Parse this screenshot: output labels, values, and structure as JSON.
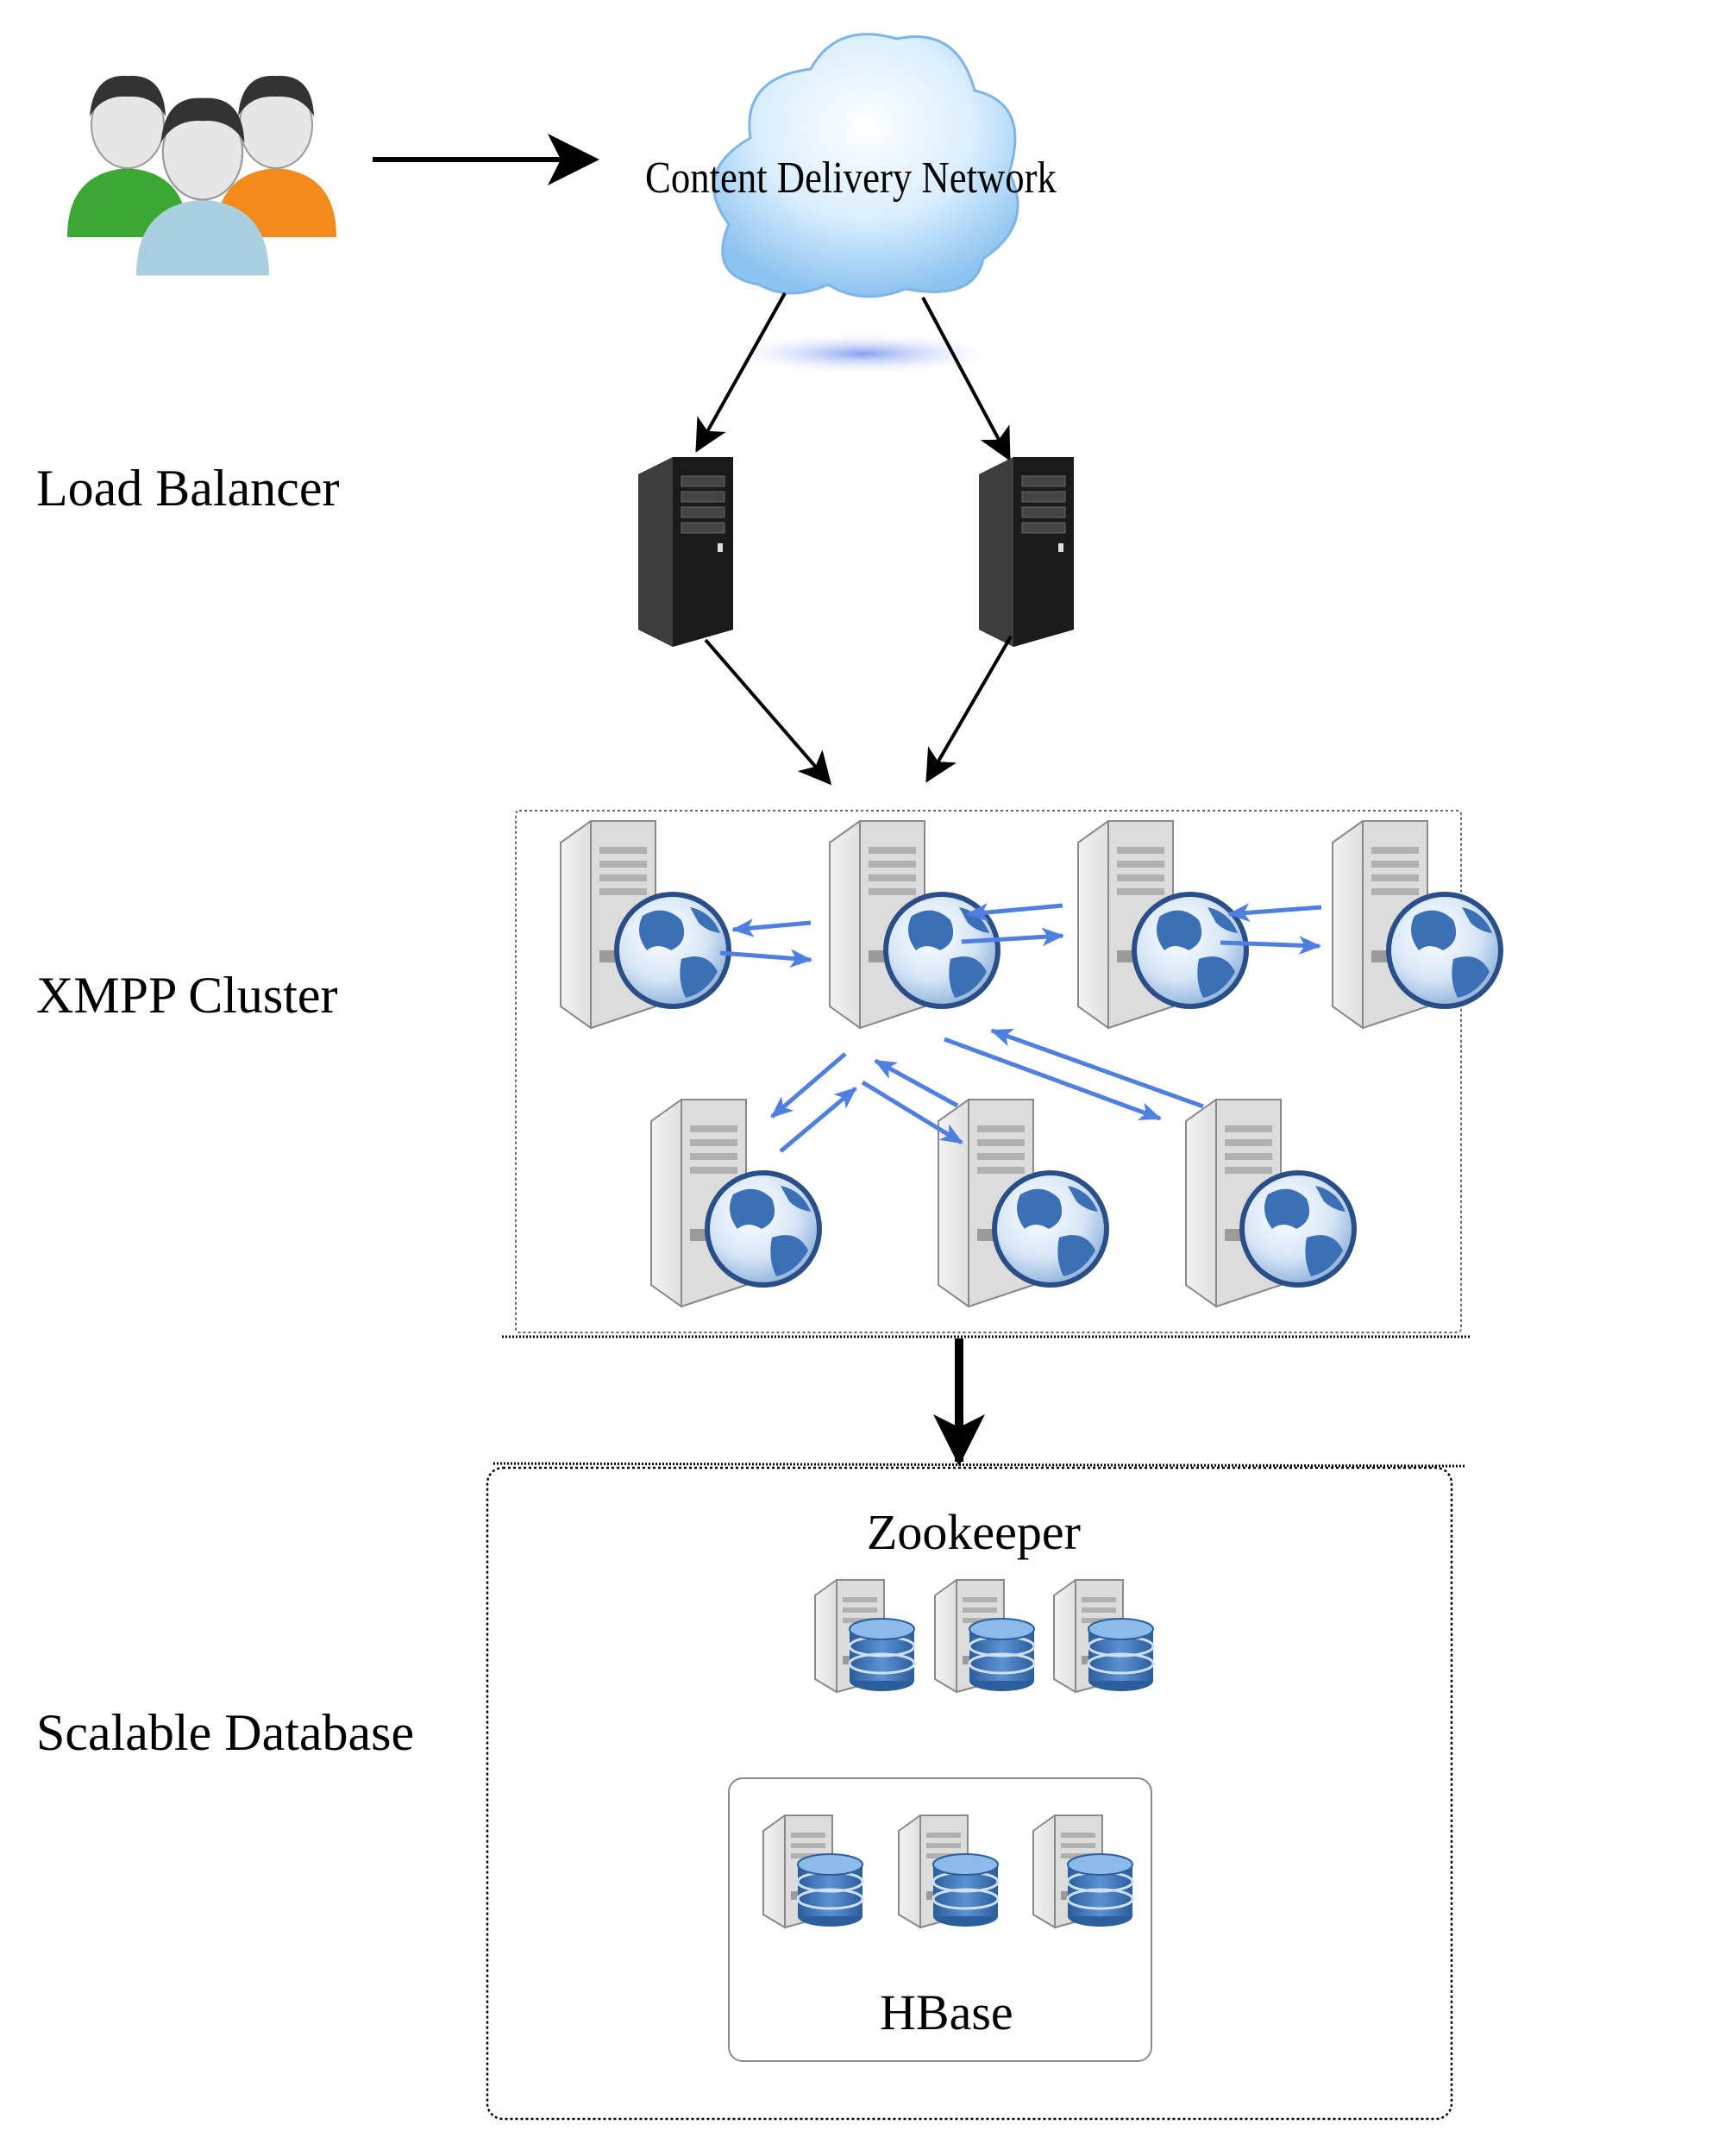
{
  "labels": {
    "cdn": "Content Delivery Network",
    "load_balancer": "Load Balancer",
    "xmpp_cluster": "XMPP Cluster",
    "scalable_database": "Scalable Database",
    "zookeeper": "Zookeeper",
    "hbase": "HBase"
  },
  "nodes": {
    "users": {
      "icon": "users-group-icon",
      "count": 3
    },
    "cdn": {
      "icon": "cloud-icon"
    },
    "load_balancers": {
      "icon": "tower-server-icon",
      "count": 2
    },
    "xmpp_servers": {
      "icon": "web-server-icon",
      "count": 7
    },
    "zookeeper_servers": {
      "icon": "database-server-icon",
      "count": 3
    },
    "hbase_servers": {
      "icon": "database-server-icon",
      "count": 3
    }
  },
  "colors": {
    "arrow": "#000000",
    "cluster_link": "#4f7fe0",
    "cloud": "#bfe0fb",
    "tower_server": "#1c1c1c",
    "web_server": "#cfcfcf",
    "globe": "#3b6fb6",
    "database": "#3f72b3"
  }
}
